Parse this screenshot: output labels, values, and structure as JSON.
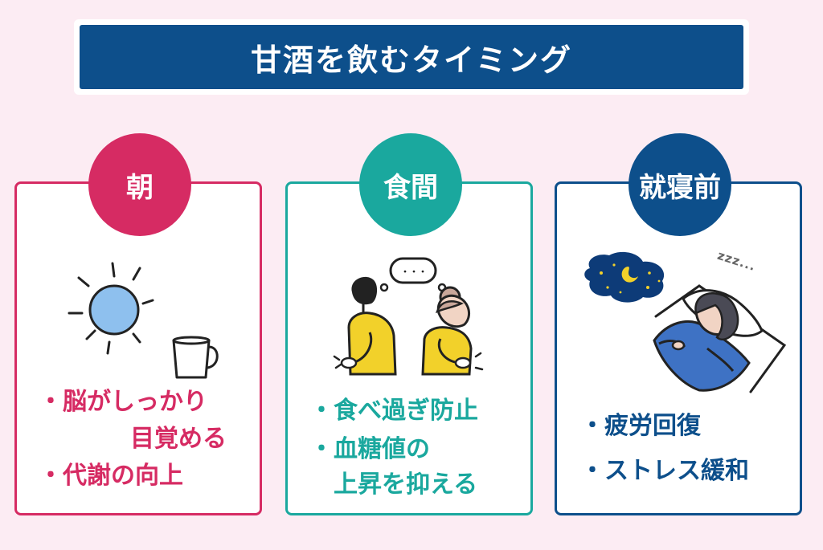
{
  "title": "甘酒を飲むタイミング",
  "colors": {
    "background": "#fcecf3",
    "title_bar": "#0d4f8b",
    "morning": "#d62b63",
    "meal": "#1aa89e",
    "bedtime": "#0d4f8b"
  },
  "cards": [
    {
      "label": "朝",
      "illustration": "sun-and-mug-icon",
      "bullet_marker": "・",
      "bullets": [
        {
          "line1": "脳がしっかり",
          "line2": "目覚める"
        },
        {
          "line1": "代謝の向上",
          "line2": ""
        }
      ]
    },
    {
      "label": "食間",
      "illustration": "couple-talking-icon",
      "bubble_text": "・・・",
      "bullet_marker": "・",
      "bullets": [
        {
          "line1": "食べ過ぎ防止",
          "line2": ""
        },
        {
          "line1": "血糖値の",
          "line2": "上昇を抑える"
        }
      ]
    },
    {
      "label": "就寝前",
      "illustration": "sleeping-woman-icon",
      "sleep_text": "zzz...",
      "bullet_marker": "・",
      "bullets": [
        {
          "line1": "疲労回復",
          "line2": ""
        },
        {
          "line1": "ストレス緩和",
          "line2": ""
        }
      ]
    }
  ]
}
